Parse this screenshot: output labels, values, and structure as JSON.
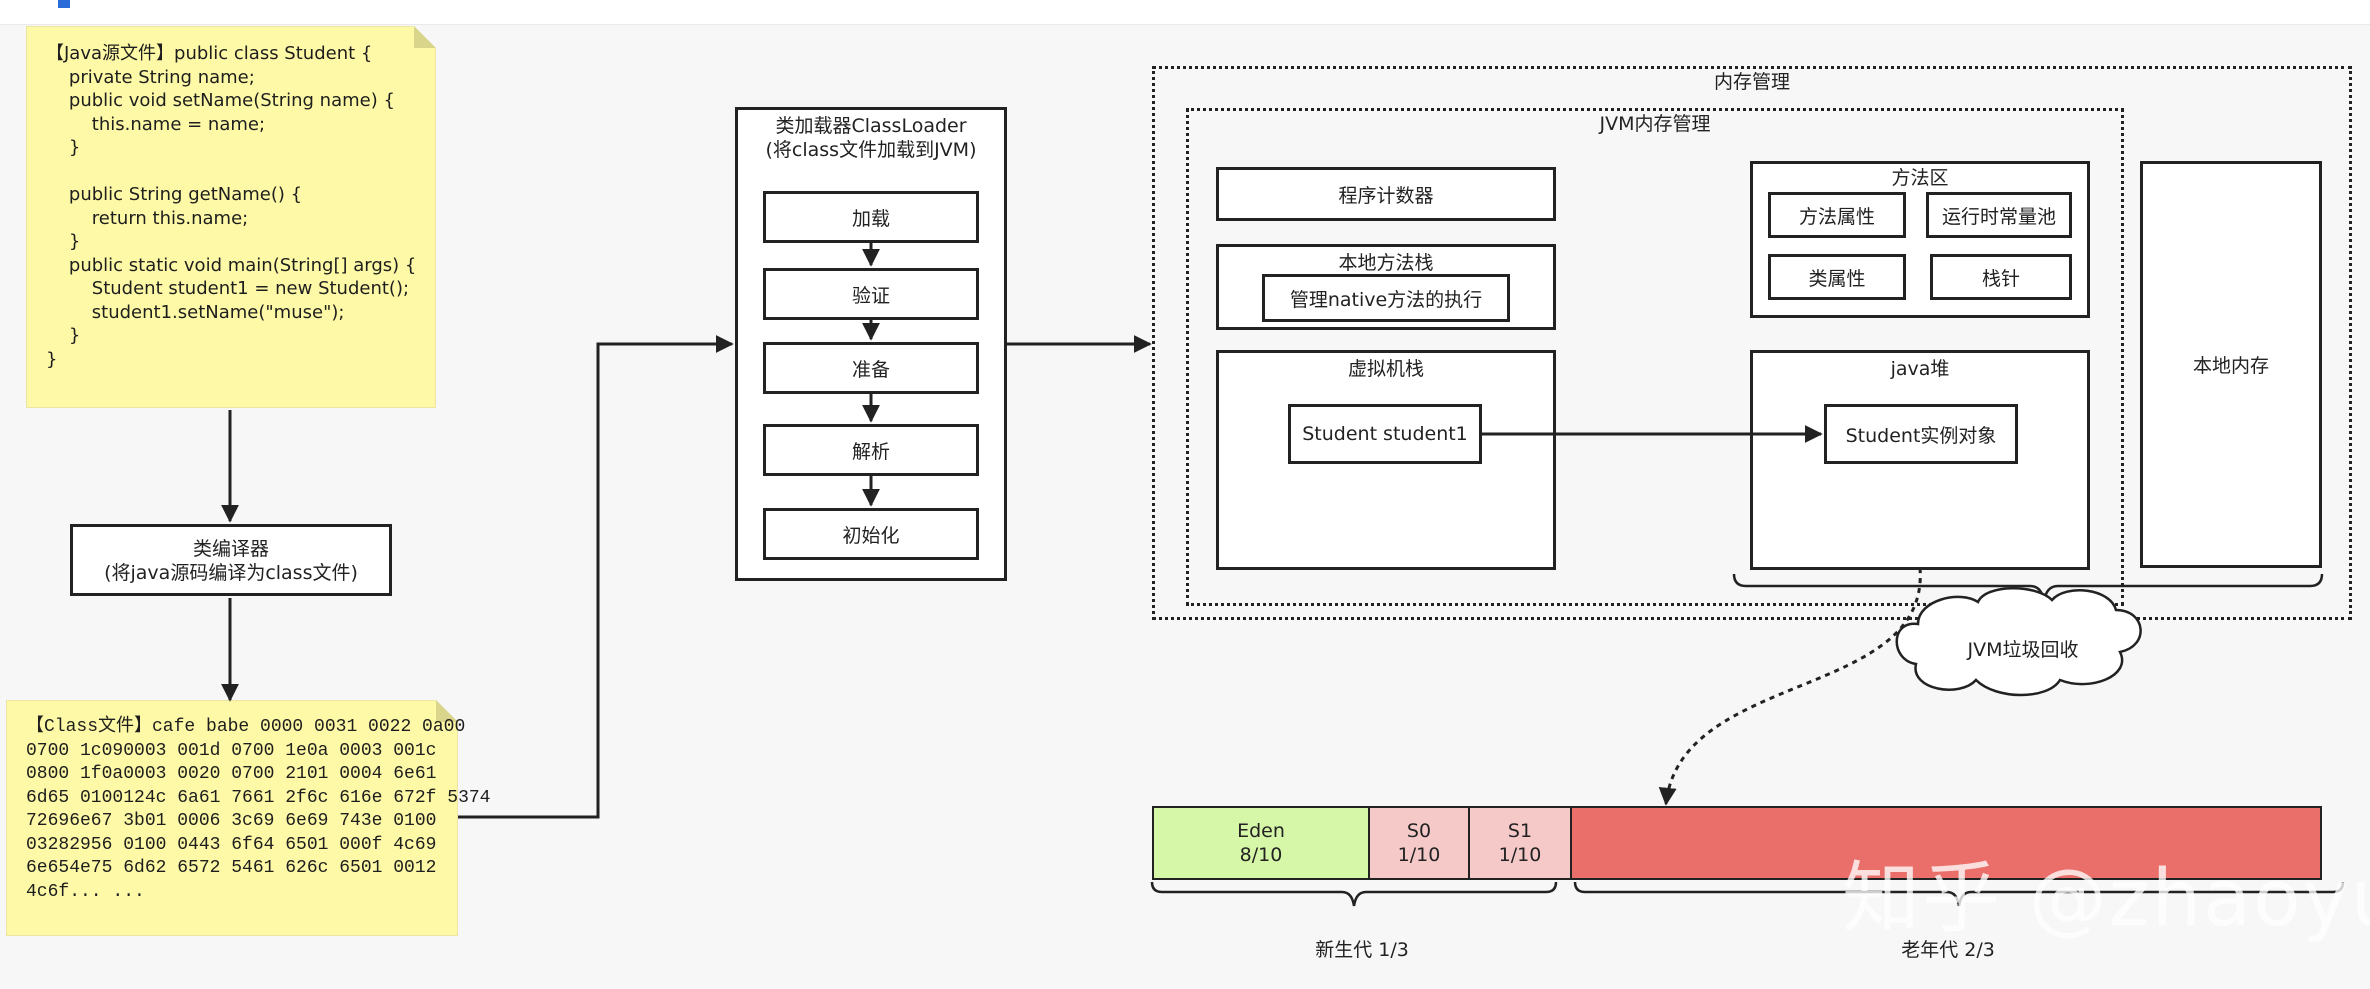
{
  "java_source": {
    "lines": [
      "【Java源文件】public class Student {",
      "    private String name;",
      "    public void setName(String name) {",
      "        this.name = name;",
      "    }",
      "",
      "    public String getName() {",
      "        return this.name;",
      "    }",
      "    public static void main(String[] args) {",
      "        Student student1 = new Student();",
      "        student1.setName(\"muse\");",
      "    }",
      "}"
    ]
  },
  "compiler": {
    "title": "类编译器",
    "subtitle": "(将java源码编译为class文件)"
  },
  "class_file": {
    "lines": [
      "【Class文件】cafe babe 0000 0031 0022 0a00",
      "0700 1c090003 001d 0700 1e0a 0003 001c",
      "0800 1f0a0003 0020 0700 2101 0004 6e61",
      "6d65 0100124c 6a61 7661 2f6c 616e 672f 5374",
      "72696e67 3b01 0006 3c69 6e69 743e 0100",
      "03282956 0100 0443 6f64 6501 000f 4c69",
      "6e654e75 6d62 6572 5461 626c 6501 0012",
      "4c6f... ..."
    ]
  },
  "class_loader": {
    "title": "类加载器ClassLoader",
    "subtitle": "(将class文件加载到JVM)",
    "steps": [
      "加载",
      "验证",
      "准备",
      "解析",
      "初始化"
    ]
  },
  "memory": {
    "outer_title": "内存管理",
    "jvm_title": "JVM内存管理",
    "program_counter": "程序计数器",
    "native_stack": {
      "title": "本地方法栈",
      "item": "管理native方法的执行"
    },
    "vm_stack": {
      "title": "虚拟机栈",
      "item": "Student student1"
    },
    "method_area": {
      "title": "方法区",
      "items": [
        "方法属性",
        "运行时常量池",
        "类属性",
        "栈针"
      ]
    },
    "heap": {
      "title": "java堆",
      "item": "Student实例对象"
    },
    "native_memory": "本地内存",
    "gc": "JVM垃圾回收"
  },
  "generations": {
    "eden": "Eden\n8/10",
    "s0": "S0\n1/10",
    "s1": "S1\n1/10",
    "young_label": "新生代 1/3",
    "old_label": "老年代 2/3"
  },
  "watermark": "知乎 @zhaoyu",
  "colors": {
    "note": "#fdf9a6",
    "eden": "#d7f7a8",
    "survivor": "#f6c9c9",
    "old": "#ea6f6a"
  }
}
